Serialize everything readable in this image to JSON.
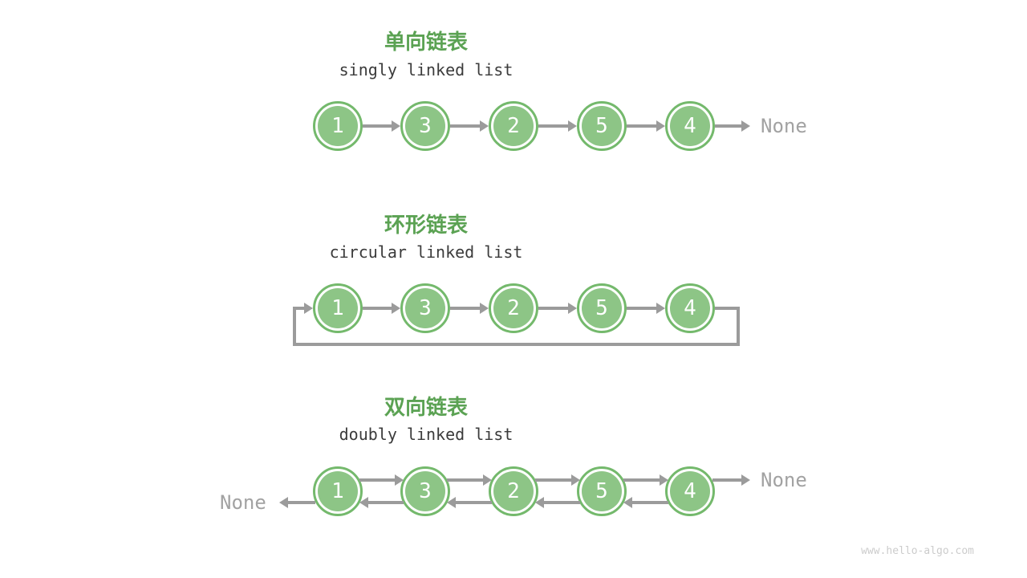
{
  "page": {
    "watermark": "www.hello-algo.com"
  },
  "colors": {
    "node_fill": "#8dc586",
    "node_ring": "#74b96c",
    "title_green": "#5ba253",
    "subtitle_text": "#3b3b3b",
    "arrow_gray": "#9b9b9b",
    "none_text": "#a2a2a2",
    "watermark_gray": "#cccccc"
  },
  "sections": [
    {
      "id": "singly",
      "title": "单向链表",
      "subtitle": "singly linked list",
      "nodes": [
        "1",
        "3",
        "2",
        "5",
        "4"
      ],
      "tail_label": "None"
    },
    {
      "id": "circular",
      "title": "环形链表",
      "subtitle": "circular linked list",
      "nodes": [
        "1",
        "3",
        "2",
        "5",
        "4"
      ]
    },
    {
      "id": "doubly",
      "title": "双向链表",
      "subtitle": "doubly linked list",
      "nodes": [
        "1",
        "3",
        "2",
        "5",
        "4"
      ],
      "head_label": "None",
      "tail_label": "None"
    }
  ]
}
